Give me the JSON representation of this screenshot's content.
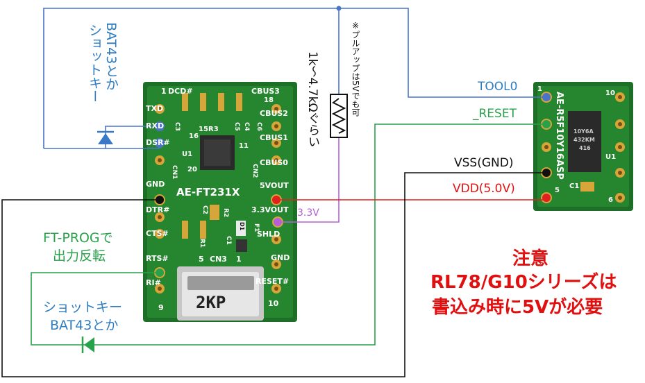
{
  "colors": {
    "blue_wire": "#4a74c8",
    "green_wire": "#27a24a",
    "black_wire": "#111111",
    "red_wire": "#e02020",
    "purple_wire": "#b660d8",
    "pcb_green": "#1f7a2a"
  },
  "labels": {
    "schottky_top_line1": "ショットキー",
    "schottky_top_line2": "BAT43とか",
    "resistor_value": "1k～4.7kΩぐらい",
    "pullup_note": "※プルアップは5Vでも可",
    "tool0": "TOOL0",
    "reset": "_RESET",
    "vss": "VSS(GND)",
    "vdd": "VDD(5.0V)",
    "v33": "3.3V",
    "ftprog_line1": "FT-PROGで",
    "ftprog_line2": "出力反転",
    "schottky_bottom_line1": "ショットキー",
    "schottky_bottom_line2": "BAT43とか",
    "warning_line1": "注意",
    "warning_line2": "RL78/G10シリーズは",
    "warning_line3": "書込み時に5Vが必要"
  },
  "ft231x_board": {
    "name": "AE-FT231X",
    "left_pins": [
      "TXD",
      "RXD",
      "DSR#",
      "GND",
      "DTR#",
      "CTS#",
      "RTS#",
      "RI#"
    ],
    "right_pins": [
      "CBUS3",
      "CBUS2",
      "CBUS1",
      "CBUS0",
      "5VOUT",
      "3.3VOUT",
      "SHLD",
      "GND",
      "RESET#"
    ],
    "top_left_pin": "DCD#",
    "pin_numbers": {
      "top_left": "1",
      "top_right": "18",
      "bottom_left": "9",
      "bottom_right": "10"
    },
    "silkscreen": [
      "U1",
      "15",
      "R3",
      "16",
      "20",
      "11",
      "CN1",
      "CN2",
      "C3",
      "C4",
      "C5",
      "C6",
      "R2",
      "C2",
      "C1",
      "D1",
      "R1",
      "F1",
      "CN3",
      "5",
      "1"
    ],
    "cable_mark": "2KP"
  },
  "r5f_board": {
    "name": "AE-R5F10Y16ASP",
    "silkscreen": [
      "1",
      "5",
      "6",
      "10",
      "U1",
      "C1"
    ],
    "chip_text": [
      "10Y6A",
      "432KM",
      "416"
    ]
  }
}
